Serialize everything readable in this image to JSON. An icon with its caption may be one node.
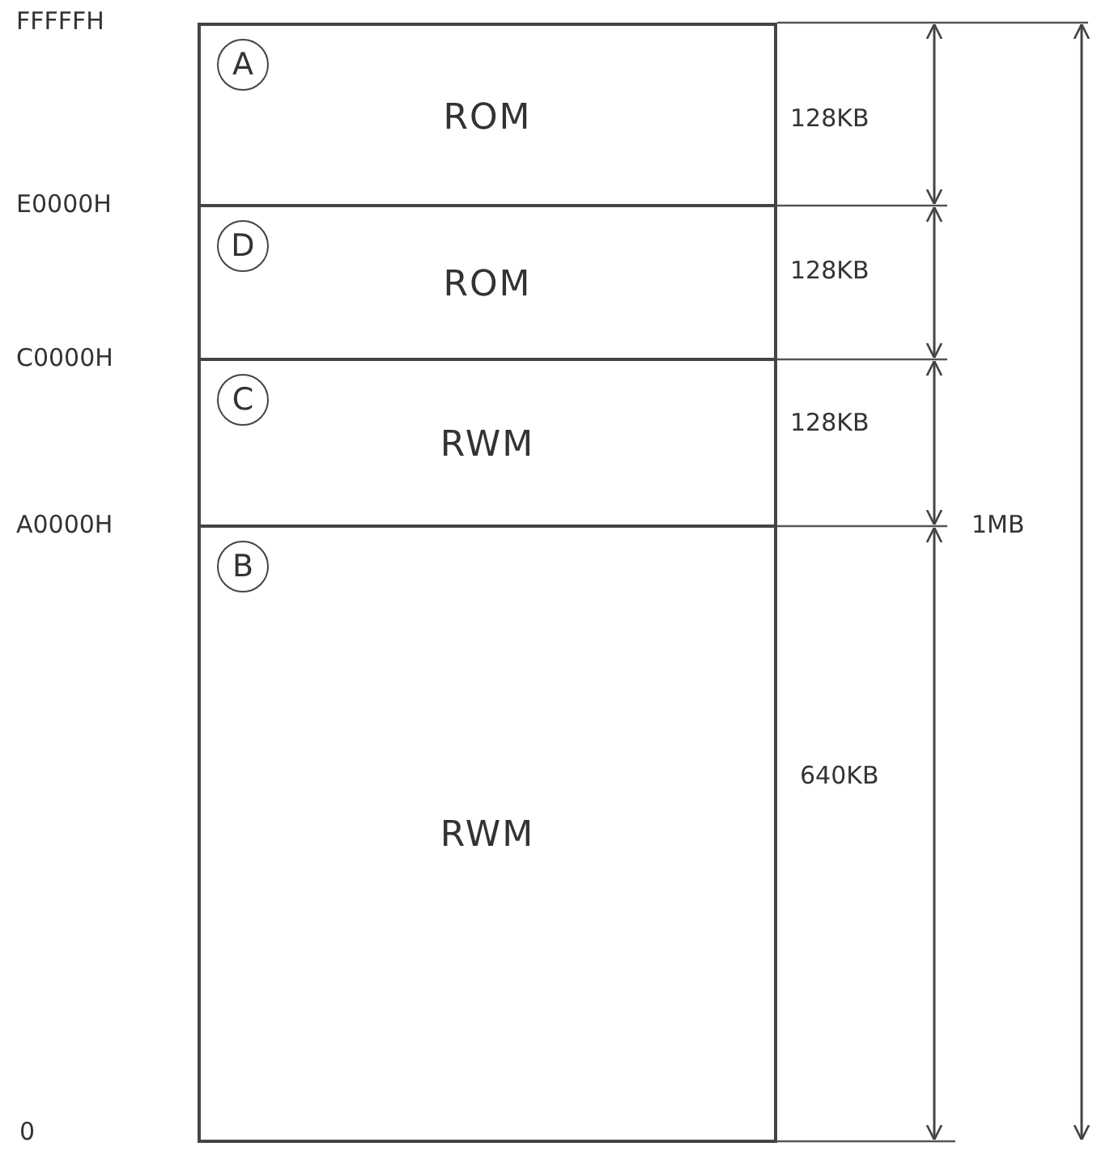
{
  "diagram": {
    "nodes": [
      {
        "text": [
          "A",
          "ROM"
        ]
      },
      {
        "text": [
          "D",
          "ROM"
        ]
      },
      {
        "text": [
          "C",
          "RWM"
        ]
      },
      {
        "text": [
          "B",
          "RWM"
        ]
      }
    ],
    "labels": [
      "FFFFFH",
      "128KB",
      "E0000H",
      "128KB",
      "C0000H",
      "128KB",
      "A0000H",
      "1MB",
      "640KB",
      "0"
    ]
  }
}
